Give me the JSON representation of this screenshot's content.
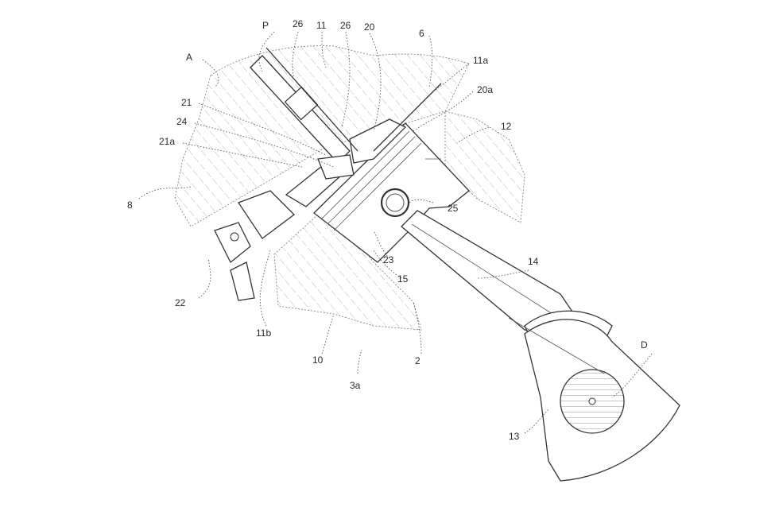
{
  "figure": {
    "reference_labels": {
      "P": "P",
      "A": "A",
      "n26": "26",
      "n11": "11",
      "n26b": "26",
      "n20": "20",
      "n6": "6",
      "n11a": "11a",
      "n20a": "20a",
      "n12": "12",
      "n21": "21",
      "n24": "24",
      "n21a": "21a",
      "n8": "8",
      "n25": "25",
      "n23": "23",
      "n15": "15",
      "n14": "14",
      "n22": "22",
      "n11b": "11b",
      "n10": "10",
      "n2": "2",
      "n3a": "3a",
      "D": "D",
      "n13": "13"
    }
  }
}
